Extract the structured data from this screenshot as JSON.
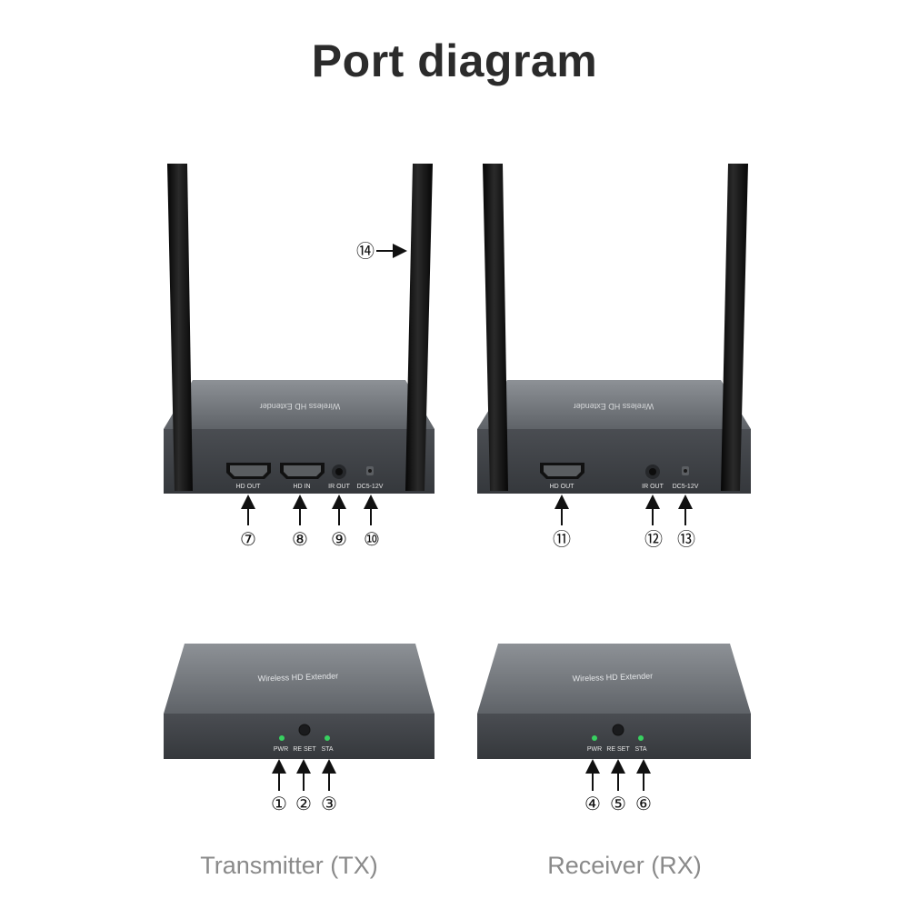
{
  "title": "Port diagram",
  "tx_caption": "Transmitter (TX)",
  "rx_caption": "Receiver (RX)",
  "brand_text": "Wireless HD Extender",
  "tx_back_ports": {
    "hd_out": "HD OUT",
    "hd_in": "HD IN",
    "ir_out": "IR OUT",
    "dc": "DC5-12V"
  },
  "rx_back_ports": {
    "hd_out": "HD OUT",
    "ir_out": "IR OUT",
    "dc": "DC5-12V"
  },
  "front_labels": {
    "pwr": "PWR",
    "reset": "RE SET",
    "sta": "STA"
  },
  "callouts": {
    "c1": "①",
    "c2": "②",
    "c3": "③",
    "c4": "④",
    "c5": "⑤",
    "c6": "⑥",
    "c7": "⑦",
    "c8": "⑧",
    "c9": "⑨",
    "c10": "⑩",
    "c11": "⑪",
    "c12": "⑫",
    "c13": "⑬",
    "c14": "⑭"
  },
  "colors": {
    "device_body": "#3d4044",
    "antenna": "#111111",
    "led": "#38d160",
    "title": "#2b2b2b",
    "caption": "#8a8a8a"
  }
}
